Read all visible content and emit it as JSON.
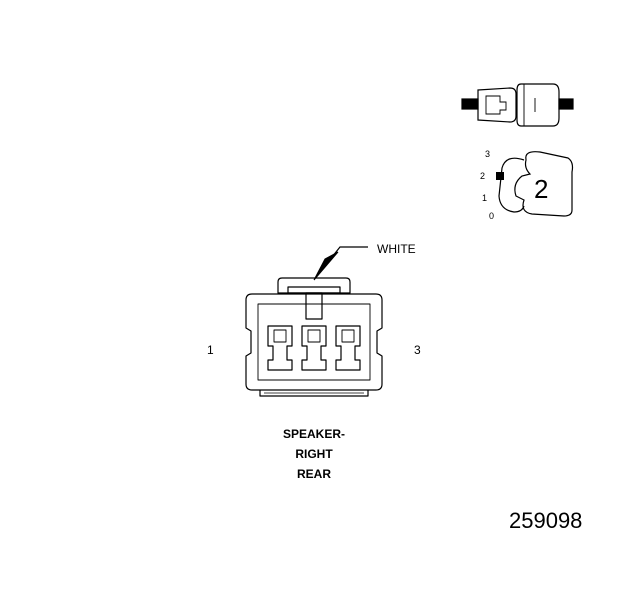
{
  "wire_color": "WHITE",
  "pins": {
    "left": "1",
    "right": "3"
  },
  "connector_name": {
    "line1": "SPEAKER-",
    "line2": "RIGHT",
    "line3": "REAR"
  },
  "figure_number": "259098",
  "position_key": {
    "p3": "3",
    "p2": "2",
    "p1": "1",
    "p0": "0",
    "selected": "2"
  }
}
